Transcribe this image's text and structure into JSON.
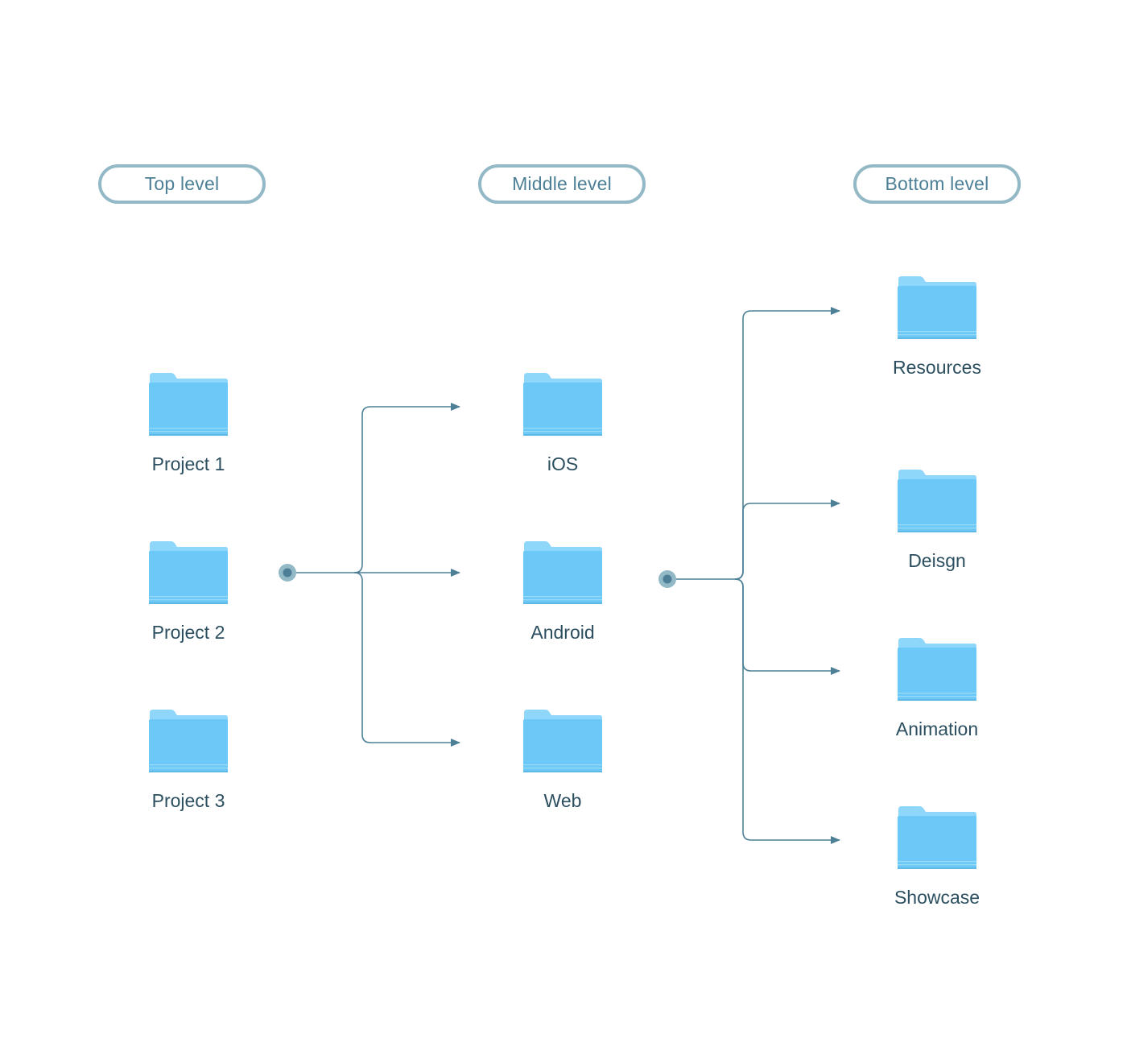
{
  "levels": [
    {
      "id": "top",
      "label": "Top level"
    },
    {
      "id": "middle",
      "label": "Middle level"
    },
    {
      "id": "bottom",
      "label": "Bottom level"
    }
  ],
  "folders": {
    "top": [
      {
        "label": "Project 1",
        "icon": "folder-icon"
      },
      {
        "label": "Project 2",
        "icon": "folder-icon"
      },
      {
        "label": "Project 3",
        "icon": "folder-icon"
      }
    ],
    "middle": [
      {
        "label": "iOS",
        "icon": "folder-icon"
      },
      {
        "label": "Android",
        "icon": "folder-icon"
      },
      {
        "label": "Web",
        "icon": "folder-icon"
      }
    ],
    "bottom": [
      {
        "label": "Resources",
        "icon": "folder-icon"
      },
      {
        "label": "Deisgn",
        "icon": "folder-icon"
      },
      {
        "label": "Animation",
        "icon": "folder-icon"
      },
      {
        "label": "Showcase",
        "icon": "folder-icon"
      }
    ]
  },
  "colors": {
    "pill_border": "#93b9c7",
    "pill_text": "#4d8096",
    "label_text": "#2c4f60",
    "connector": "#4d8096",
    "folder_tab": "#8fd6fb",
    "folder_body": "#6cc8f6"
  }
}
